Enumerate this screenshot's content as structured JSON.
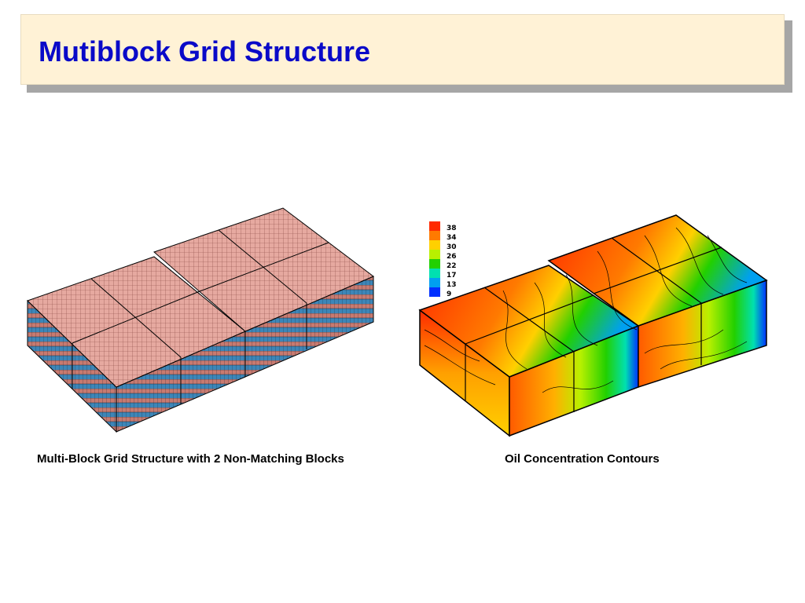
{
  "slide": {
    "title": "Mutiblock Grid Structure",
    "title_color": "#0a0ac8",
    "title_box_color": "#fff2d6"
  },
  "figures": {
    "left": {
      "caption": "Multi-Block Grid Structure with 2 Non-Matching Blocks",
      "top_color": "#e6a9a0",
      "layer_colors": [
        "#c87a70",
        "#3d86b8"
      ]
    },
    "right": {
      "caption": "Oil Concentration Contours",
      "legend": {
        "labels": [
          "38",
          "34",
          "30",
          "26",
          "22",
          "17",
          "13",
          "9"
        ],
        "colors": [
          "#ff2a00",
          "#ff7a00",
          "#ffd000",
          "#b8f000",
          "#22d000",
          "#00e0b0",
          "#00a0f0",
          "#0030ff"
        ]
      }
    }
  }
}
